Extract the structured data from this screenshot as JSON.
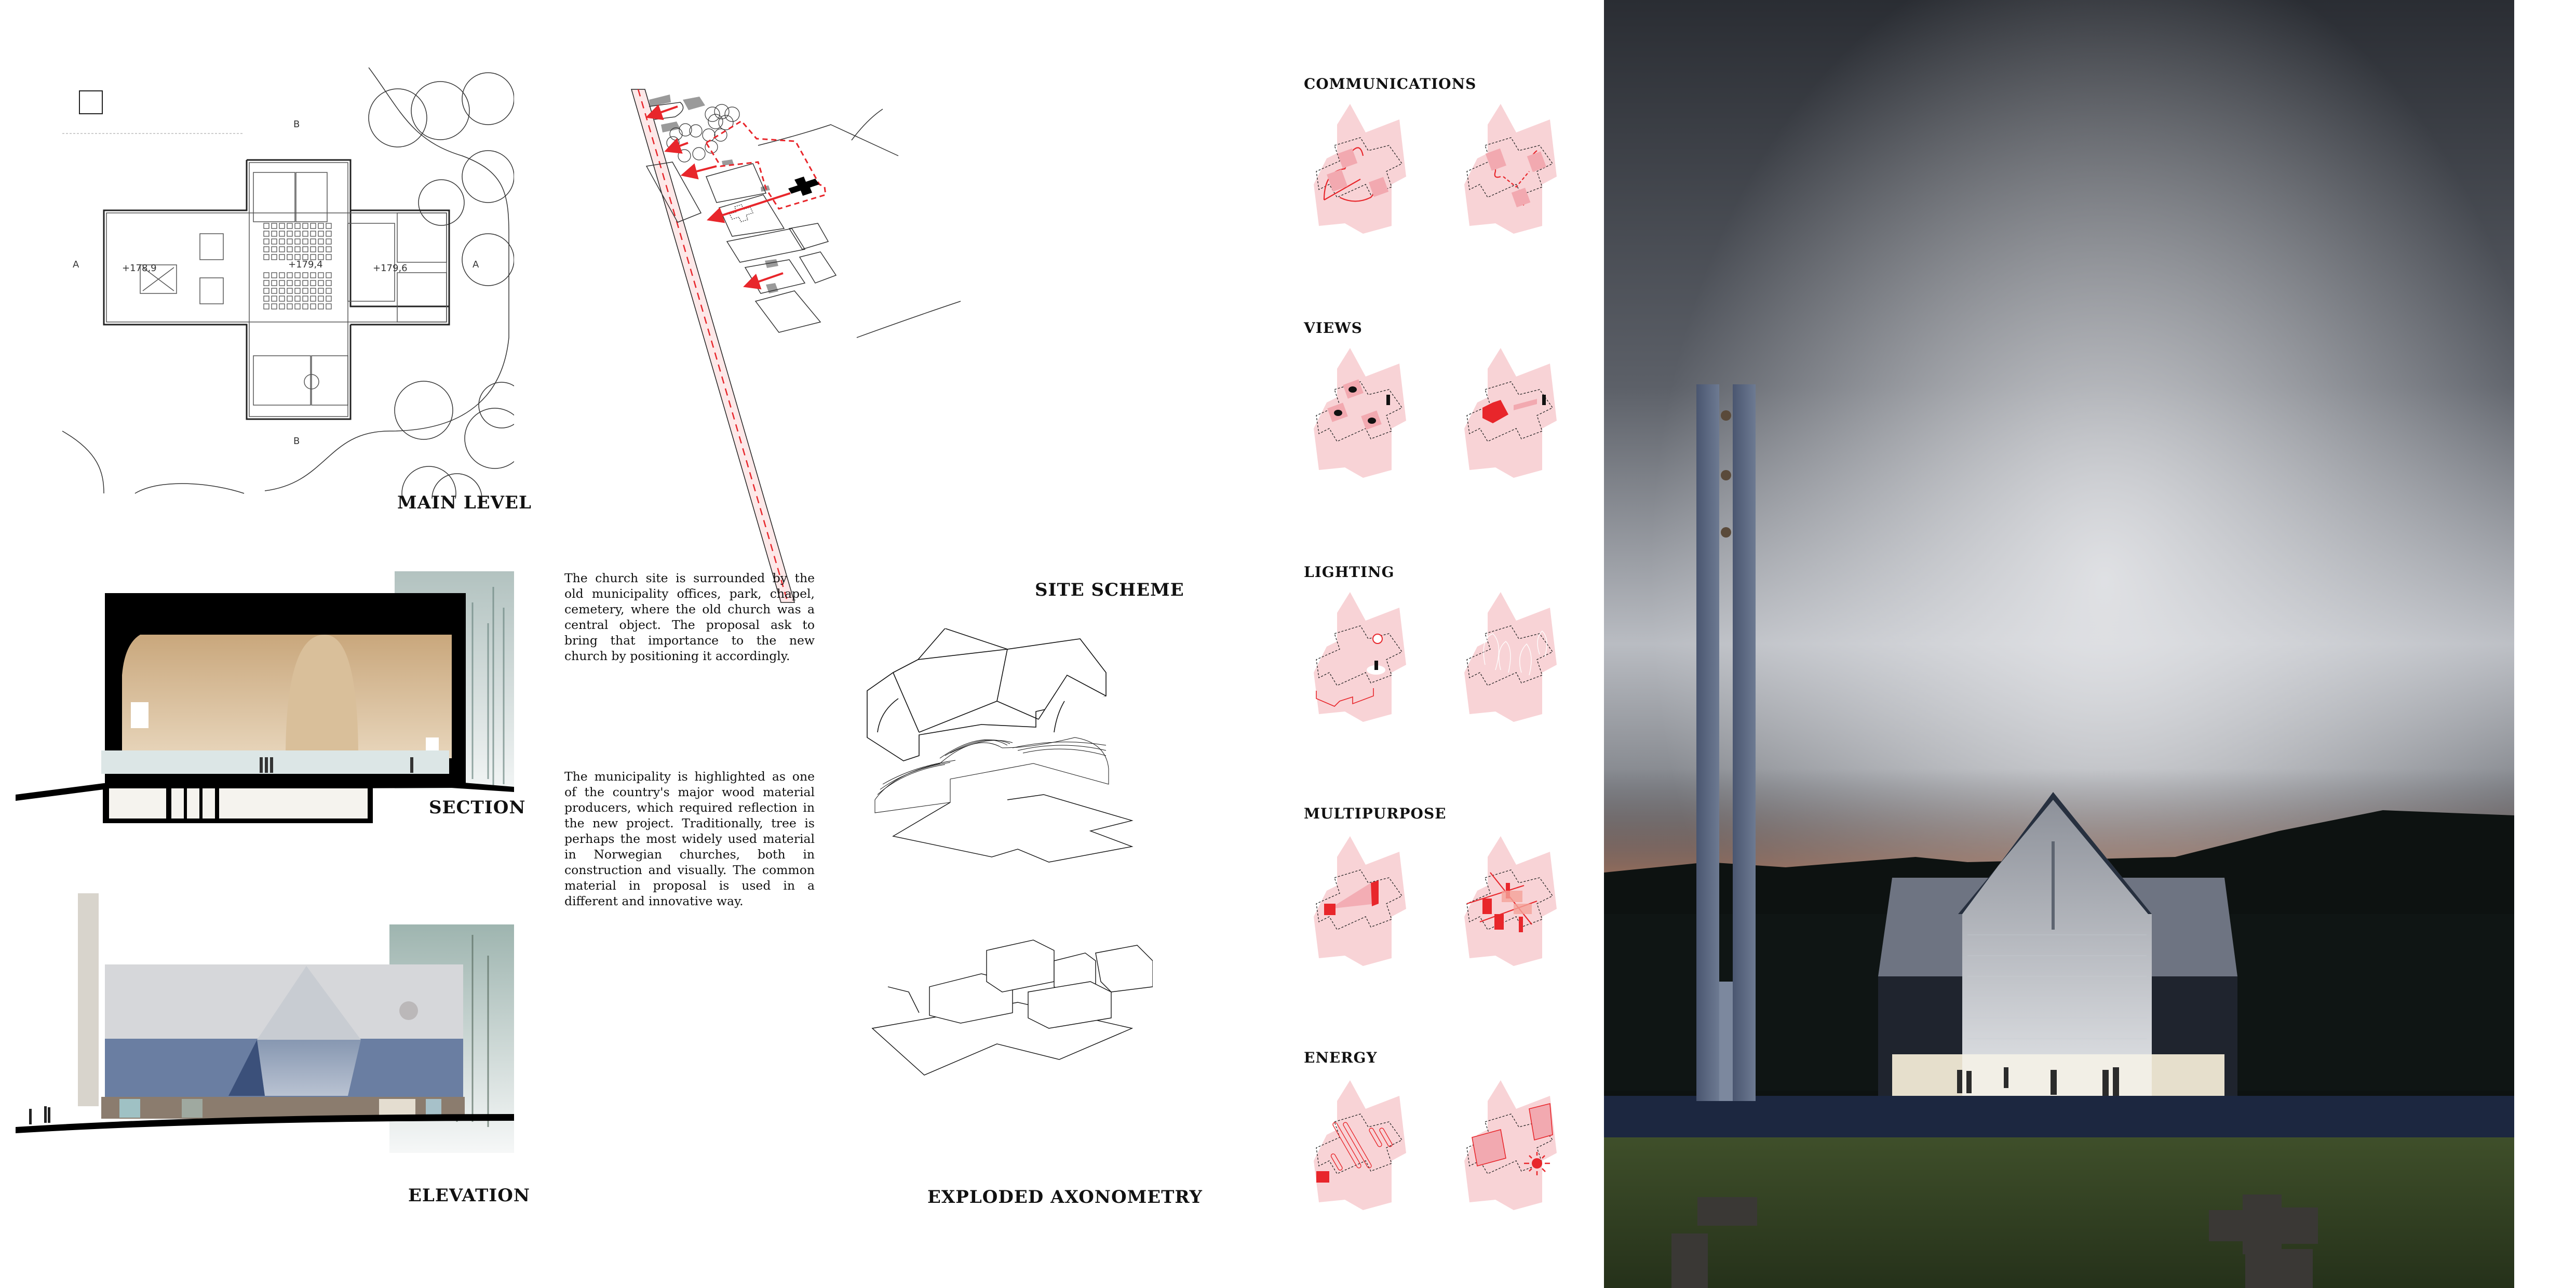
{
  "poster": {
    "background": "#ffffff",
    "accent_red": "#e8262b",
    "diagram_pink": "#f8d3d6",
    "diagram_pink_dark": "#f2a9b0"
  },
  "floor_plan": {
    "title": "MAIN LEVEL",
    "levels": [
      "+178,9",
      "+179,4",
      "+179,6"
    ],
    "section_markers": {
      "a_left": "A",
      "a_right": "A",
      "b_top": "B",
      "b_bottom": "B"
    }
  },
  "section": {
    "title": "SECTION"
  },
  "elevation": {
    "title": "ELEVATION"
  },
  "site_scheme": {
    "title": "SITE SCHEME"
  },
  "text_blocks": [
    {
      "id": "site-description",
      "text": "The church site is surrounded by the old municipality offices, park, chapel, cemetery, where the old church was a central object. The proposal ask to bring that importance to the new church by positioning it accordingly."
    },
    {
      "id": "material-description",
      "text": "The municipality is highlighted as one of the country's major wood material producers, which required reflection in the new project. Traditionally, tree is perhaps the most widely used material in Norwegian churches, both in construction and visually. The common material in proposal is used in a different and innovative way."
    }
  ],
  "axonometry": {
    "title": "EXPLODED AXONOMETRY"
  },
  "diagrams": {
    "sections": [
      {
        "label": "COMMUNICATIONS"
      },
      {
        "label": "VIEWS"
      },
      {
        "label": "LIGHTING"
      },
      {
        "label": "MULTIPURPOSE"
      },
      {
        "label": "ENERGY"
      }
    ]
  },
  "render": {
    "description": "Night exterior view of church with bell tower, cemetery lawn in foreground"
  }
}
